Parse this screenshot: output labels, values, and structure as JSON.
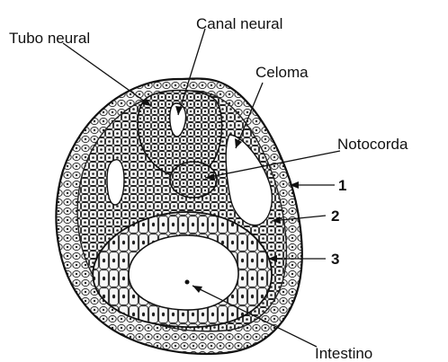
{
  "labels": {
    "tubo_neural": "Tubo neural",
    "canal_neural": "Canal neural",
    "celoma": "Celoma",
    "notocorda": "Notocorda",
    "intestino": "Intestino",
    "layer_1": "1",
    "layer_2": "2",
    "layer_3": "3"
  },
  "colors": {
    "ink": "#111111",
    "tissue": "#f2f2f2",
    "background": "#ffffff"
  }
}
